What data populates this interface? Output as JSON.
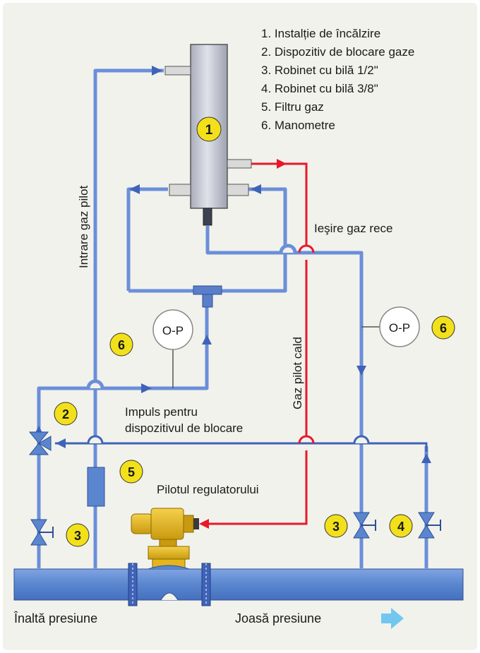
{
  "legend": [
    "1. Instalție de încălzire",
    "2. Dispozitiv de blocare gaze",
    "3. Robinet cu bilă 1/2\"",
    "4. Robinet cu bilă 3/8\"",
    "5. Filtru gaz",
    "6. Manometre"
  ],
  "labels": {
    "intrare_gaz_pilot": "Intrare gaz pilot",
    "iesire_gaz_rece": "Ieşire gaz rece",
    "gaz_pilot_cald": "Gaz pilot cald",
    "impuls_line1": "Impuls pentru",
    "impuls_line2": "dispozitivul de blocare",
    "pilotul_regulatorului": "Pilotul regulatorului",
    "inalta_presiune": "Înaltă presiune",
    "joasa_presiune": "Joasă presiune"
  },
  "badges": {
    "b1": "1",
    "b2": "2",
    "b3a": "3",
    "b3b": "3",
    "b4": "4",
    "b5": "5",
    "b6a": "6",
    "b6b": "6"
  },
  "gauges": {
    "left": "O-P",
    "right": "O-P"
  },
  "colors": {
    "background": "#f2f2ec",
    "pipe": "#6b8fd8",
    "pipe_dark": "#3f63b8",
    "hot_gas": "#e8182a",
    "main_pipe": "#5a86cf",
    "badge": "#f2e11a",
    "regulator": "#e4b51c",
    "heater_body": "#c8ccd8",
    "flow_arrow": "#72c7f0"
  }
}
